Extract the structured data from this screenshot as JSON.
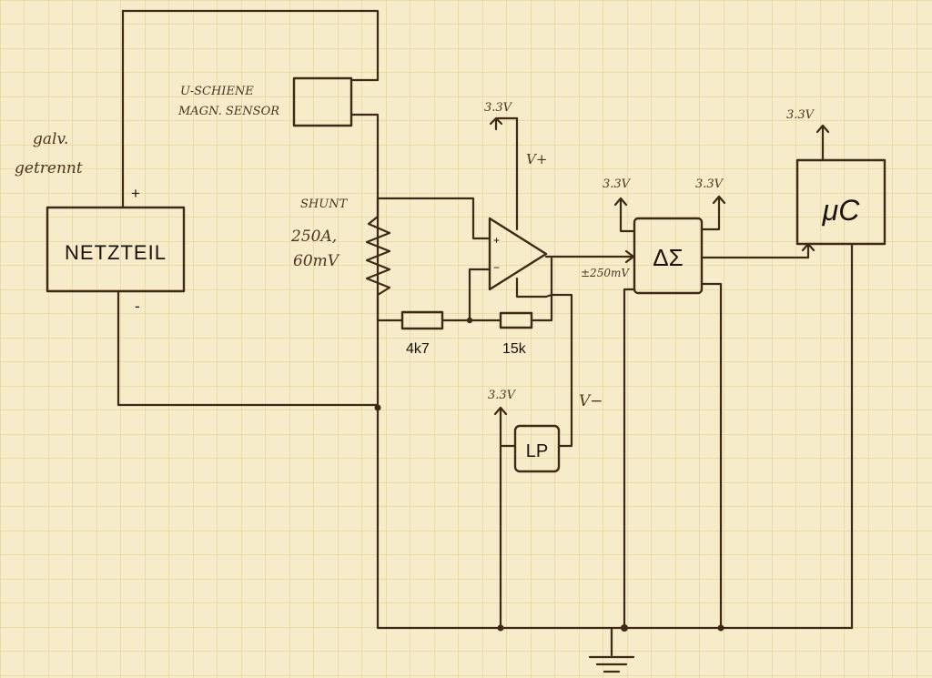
{
  "labels": {
    "galv": "galv.",
    "getrennt": "getrennt",
    "plus": "+",
    "minus": "-",
    "netzteil": "NETZTEIL",
    "u_schiene": "U-SCHIENE",
    "magn_sensor": "MAGN. SENSOR",
    "shunt": "SHUNT",
    "shunt_current": "250A,",
    "shunt_voltage": "60mV",
    "opamp_supply": "3.3V",
    "v_plus": "V+",
    "v_minus": "V−",
    "opamp_in_plus": "+",
    "opamp_in_minus": "−",
    "adc_supply_left": "3.3V",
    "adc_supply_right": "3.3V",
    "adc_range": "±250mV",
    "adc": "ΔΣ",
    "mcu_supply": "3.3V",
    "mcu": "μC",
    "r1": "4k7",
    "r2": "15k",
    "lp_supply": "3.3V",
    "lp": "LP"
  },
  "colors": {
    "paper": "#f6ecc9",
    "grid": "#e0c98c",
    "ink": "#3d2a15"
  }
}
